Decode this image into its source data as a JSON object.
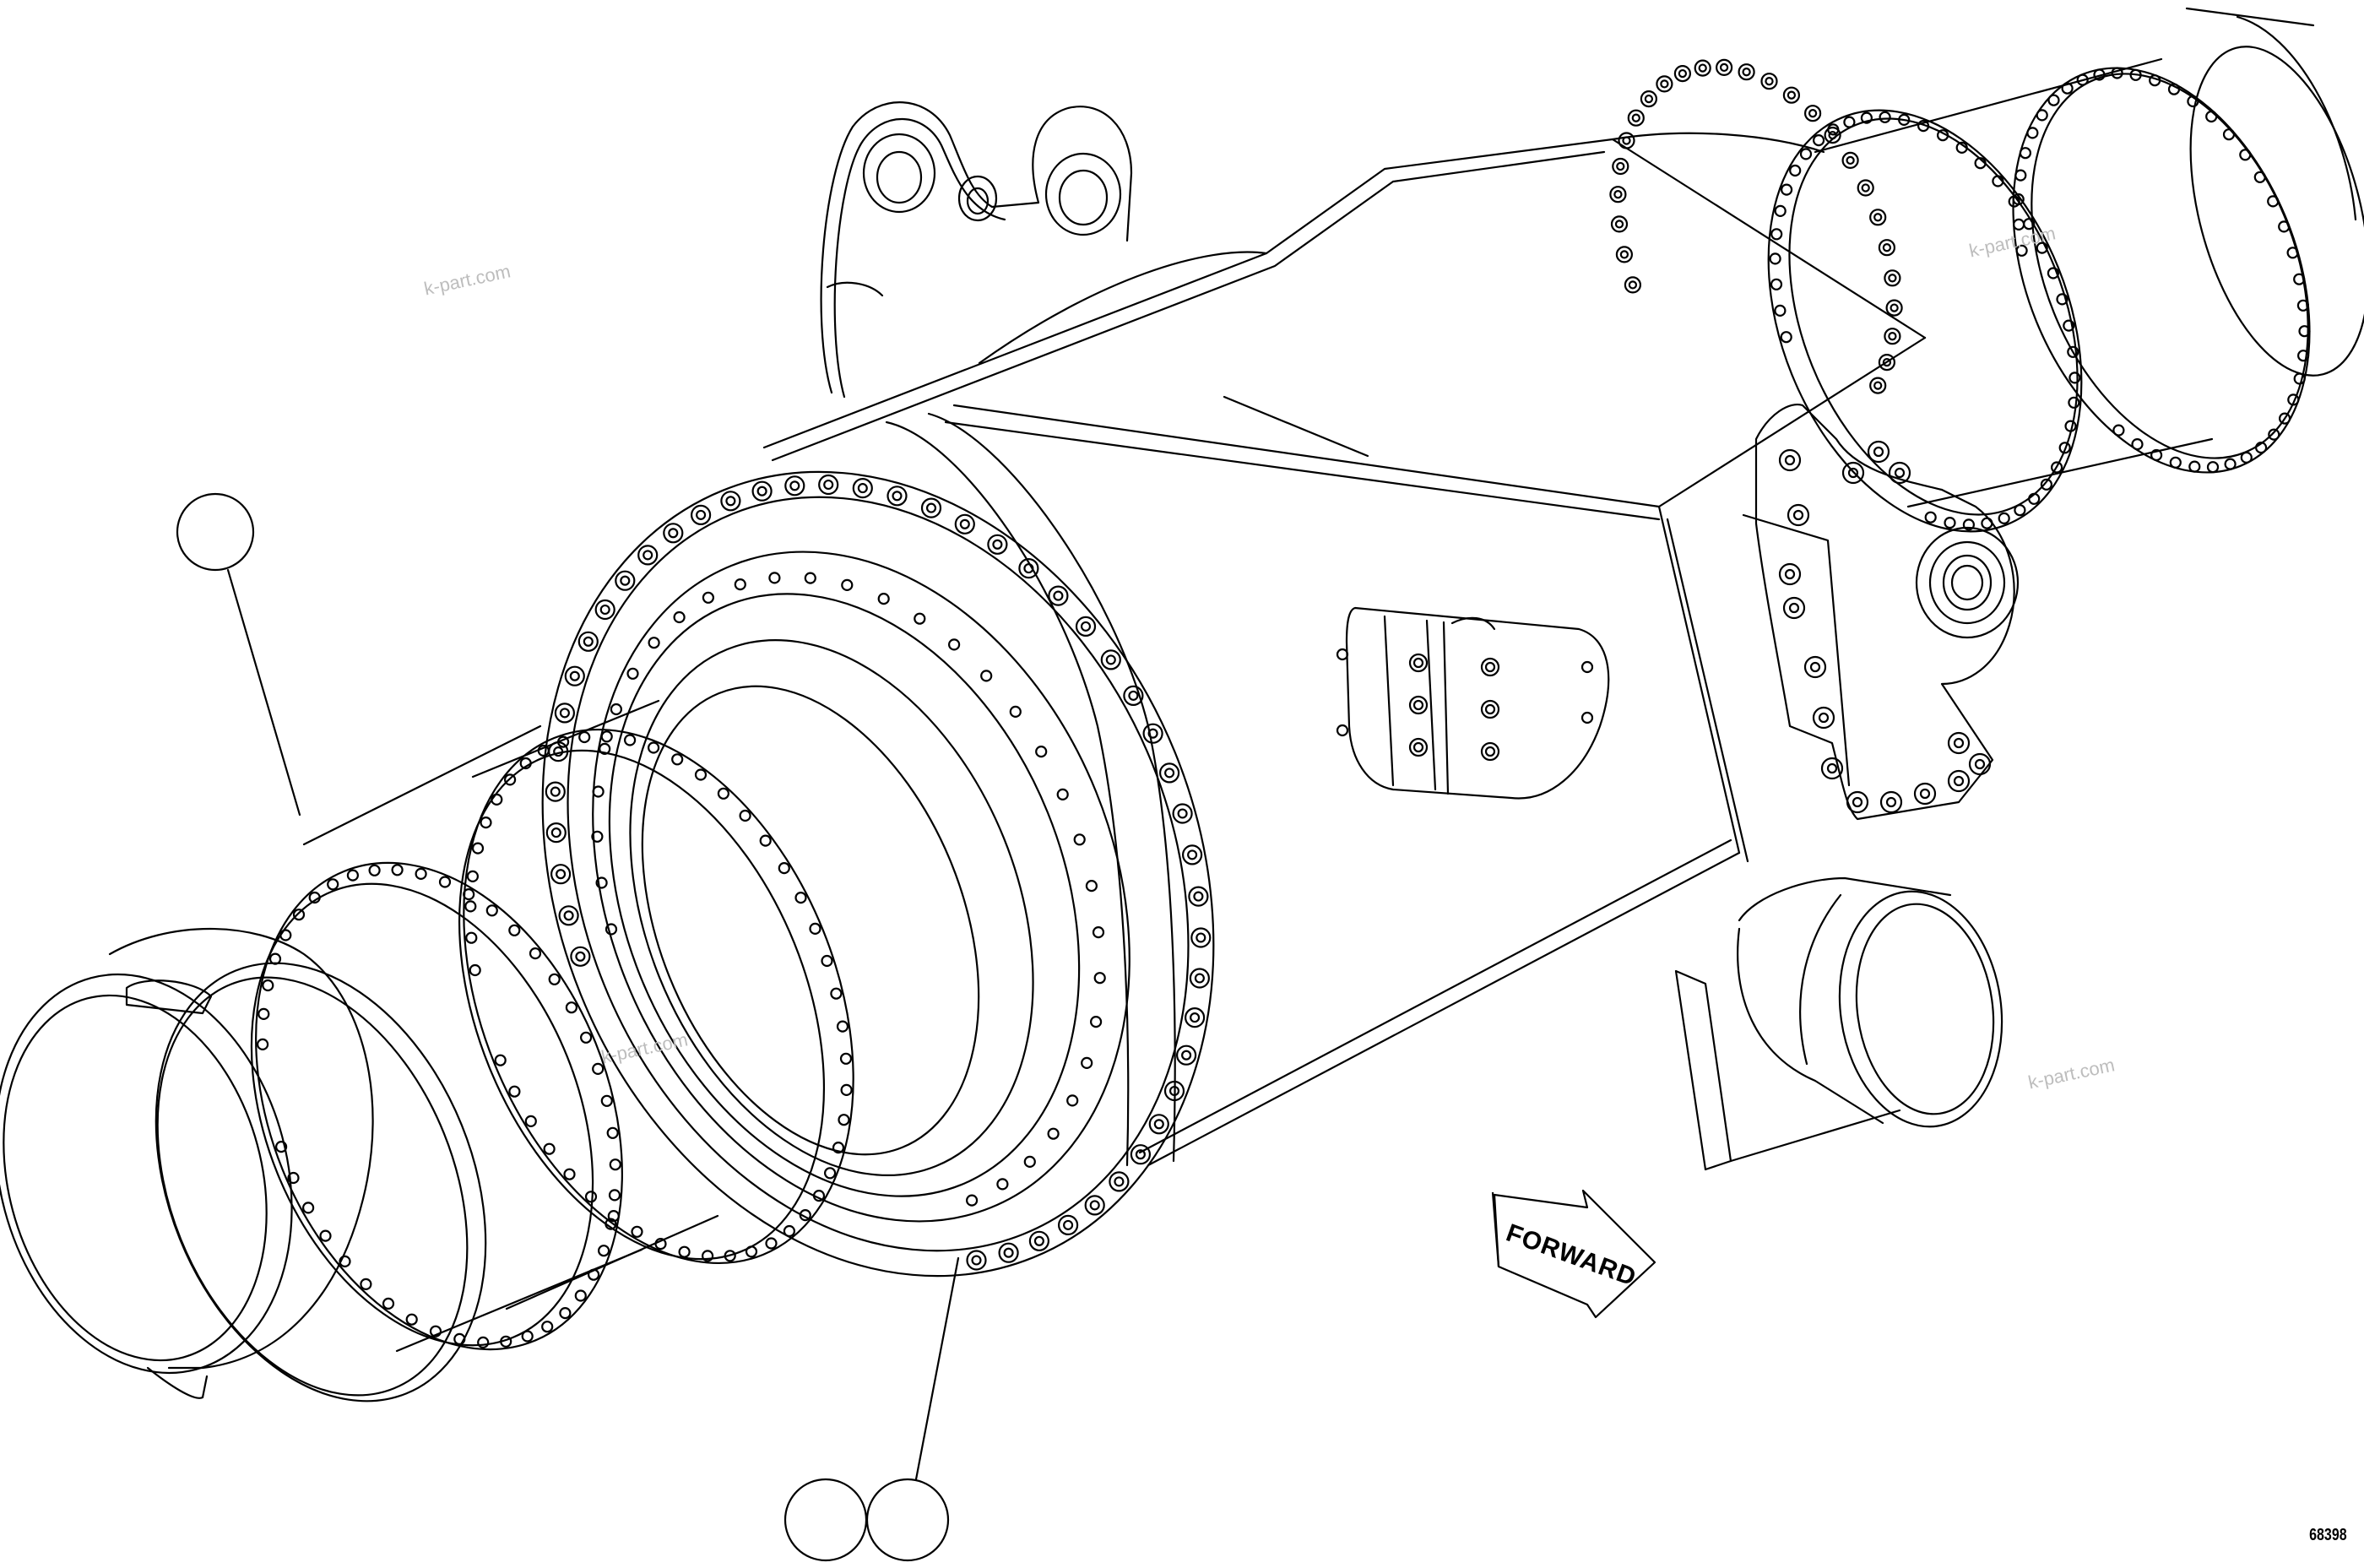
{
  "figure": {
    "figure_number": "68398",
    "direction_label": "FORWARD",
    "watermarks": [
      "k-part.com",
      "k-part.com",
      "k-part.com",
      "k-part.com"
    ]
  },
  "callouts": [
    {
      "id": "callout-1",
      "label": ""
    },
    {
      "id": "callout-2",
      "label": ""
    },
    {
      "id": "callout-3",
      "label": ""
    }
  ],
  "colors": {
    "line": "#000000",
    "background": "#ffffff",
    "watermark": "#bdbdbd"
  }
}
